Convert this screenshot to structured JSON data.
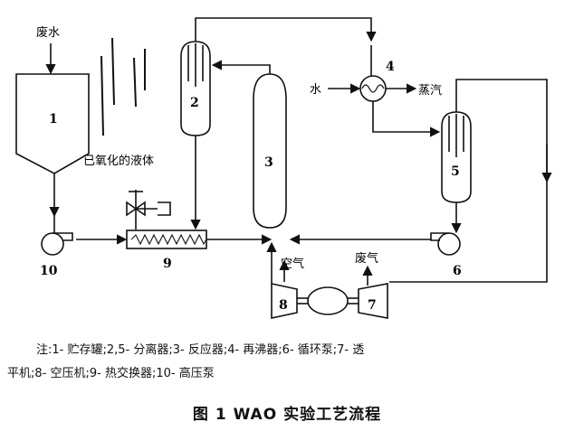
{
  "diagram": {
    "labels": {
      "waste_water": "废水",
      "water": "水",
      "steam": "蒸汽",
      "oxidized_liquid": "已氧化的液体",
      "air": "空气",
      "waste_gas": "废气"
    },
    "units": {
      "u1": "1",
      "u2": "2",
      "u3": "3",
      "u4": "4",
      "u5": "5",
      "u6": "6",
      "u7": "7",
      "u8": "8",
      "u9": "9",
      "u10": "10"
    }
  },
  "note": {
    "line1": "注:1- 贮存罐;2,5- 分离器;3- 反应器;4- 再沸器;6- 循环泵;7- 透",
    "line2": "平机;8- 空压机;9- 热交换器;10- 高压泵"
  },
  "figure": {
    "caption": "图 1  WAO 实验工艺流程"
  }
}
